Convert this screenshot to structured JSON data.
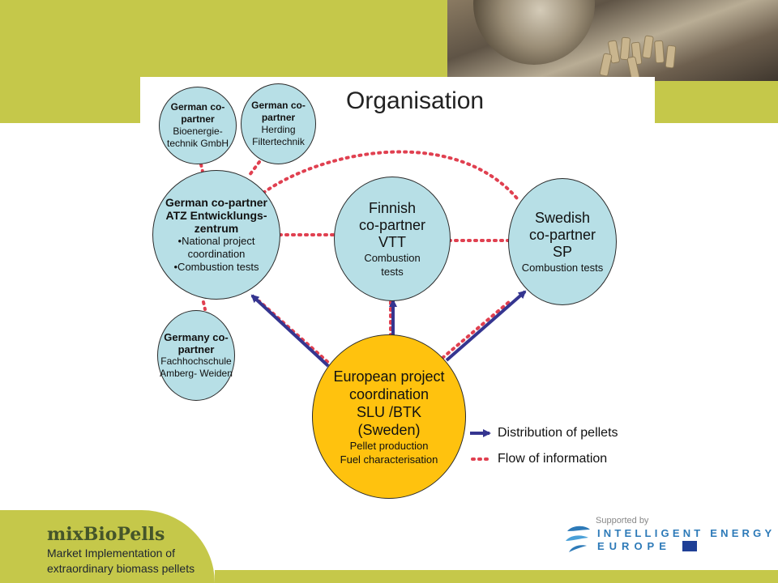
{
  "title": "Organisation",
  "nodes": {
    "bioenergie": {
      "heading": "German co-partner",
      "line1": "Bioenergie-",
      "line2": "technik GmbH"
    },
    "herding": {
      "heading": "German co-partner",
      "line1": "Herding",
      "line2": "Filtertechnik"
    },
    "atz": {
      "heading": "German co-partner",
      "sub1": "ATZ Entwicklungs-",
      "sub2": "zentrum",
      "bullet1a": "•National project",
      "bullet1b": "coordination",
      "bullet2": "•Combustion tests"
    },
    "finnish": {
      "l1": "Finnish",
      "l2": "co-partner",
      "l3": "VTT",
      "l4": "Combustion",
      "l5": "tests"
    },
    "swedish": {
      "l1": "Swedish",
      "l2": "co-partner",
      "l3": "SP",
      "l4": "Combustion tests"
    },
    "fachhochschule": {
      "heading": "Germany co-",
      "heading2": "partner",
      "line1": "Fachhochschule",
      "line2": "Amberg- Weiden"
    },
    "european": {
      "l1": "European project",
      "l2": "coordination",
      "l3": "SLU /BTK",
      "l4": "(Sweden)",
      "l5": "Pellet production",
      "l6": "Fuel characterisation"
    }
  },
  "legend": {
    "distribution": "Distribution of pellets",
    "information": "Flow of information"
  },
  "colors": {
    "arrow": "#353590",
    "dotted": "#e04050",
    "circle_fill": "#b7dfe6",
    "coordinator_fill": "#ffc20e",
    "band": "#c5c84a"
  },
  "footer": {
    "brand": "mixBioPells",
    "tagline1": "Market Implementation of",
    "tagline2": "extraordinary biomass pellets",
    "supported": "Supported by",
    "program1": "INTELLIGENT ENERGY",
    "program2": "EUROPE"
  }
}
